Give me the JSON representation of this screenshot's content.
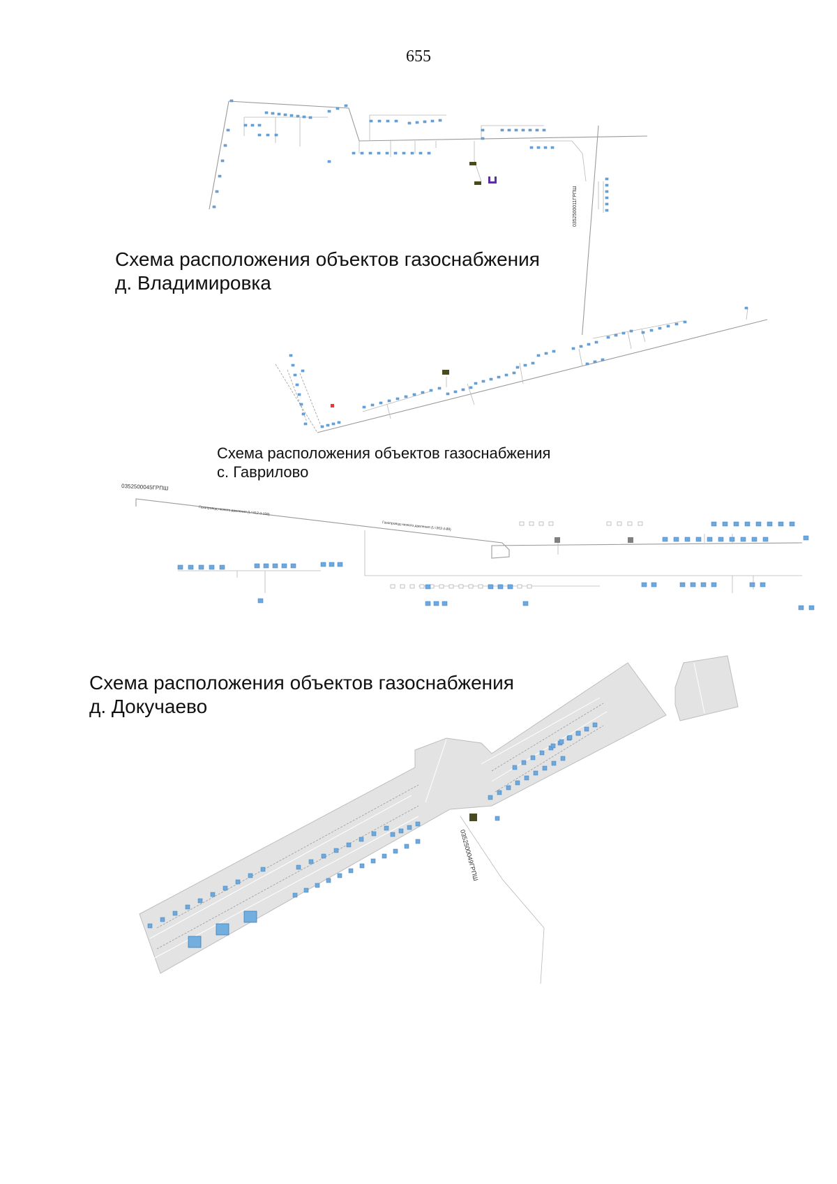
{
  "page_number": "655",
  "maps": [
    {
      "title_line1": "Схема расположения объектов газоснабжения",
      "title_line2": "д. Владимировка",
      "labels": {
        "grpsh": "0352500011ГРПШ"
      }
    },
    {
      "title_line1": "Схема расположения объектов газоснабжения",
      "title_line2": "с. Гаврилово",
      "labels": {}
    },
    {
      "title_line1": "",
      "title_line2": "",
      "labels": {
        "grpsh": "0352500045ГРПШ",
        "pipe_a": "Газопровод низкого давления (L=412 d-159)",
        "pipe_b": "Газопровод низкого давления (L=363 d-89)"
      }
    },
    {
      "title_line1": "Схема расположения объектов газоснабжения",
      "title_line2": "д. Докучаево",
      "labels": {
        "grpsh": "0352500049ГРПШ"
      }
    }
  ],
  "colors": {
    "house": "#6fa8dc",
    "grpsh": "#4a4a20",
    "boiler": "#5b2ea6",
    "marker": "#e53935",
    "territory": "#e3e3e3"
  }
}
